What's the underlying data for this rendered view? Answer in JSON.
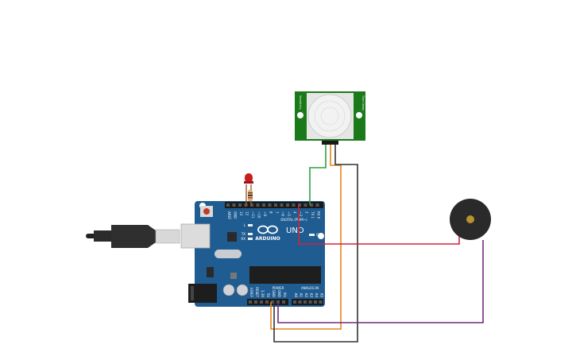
{
  "board": {
    "brand": "ARDUINO",
    "model": "UNO",
    "digital_label": "DIGITAL (PWM~)",
    "power_label": "POWER",
    "analog_label": "ANALOG IN",
    "led_l": "L",
    "led_tx": "TX",
    "led_rx": "RX",
    "on_label": "ON",
    "top_pins": [
      "AREF",
      "GND",
      "13",
      "12",
      "~11",
      "~10",
      "~9",
      "8",
      "7",
      "~6",
      "~5",
      "4",
      "~3",
      "2",
      "TX 1",
      "RX 0"
    ],
    "power_pins": [
      "IOREF",
      "RESET",
      "3.3V",
      "5V",
      "GND",
      "GND",
      "Vin"
    ],
    "analog_pins": [
      "A0",
      "A1",
      "A2",
      "A3",
      "A4",
      "A5"
    ]
  },
  "pir_sensor": {
    "left_text": "Sensitivity",
    "right_text": "Time Delay"
  },
  "colors": {
    "board": "#1f5c91",
    "pir_board": "#1a7a1a",
    "wire_green": "#2ea043",
    "wire_orange": "#e8841c",
    "wire_black": "#333333",
    "wire_red": "#d0243a",
    "wire_purple": "#6f2c7a",
    "led_red": "#c81e1e",
    "buzzer": "#2a2a2a"
  }
}
